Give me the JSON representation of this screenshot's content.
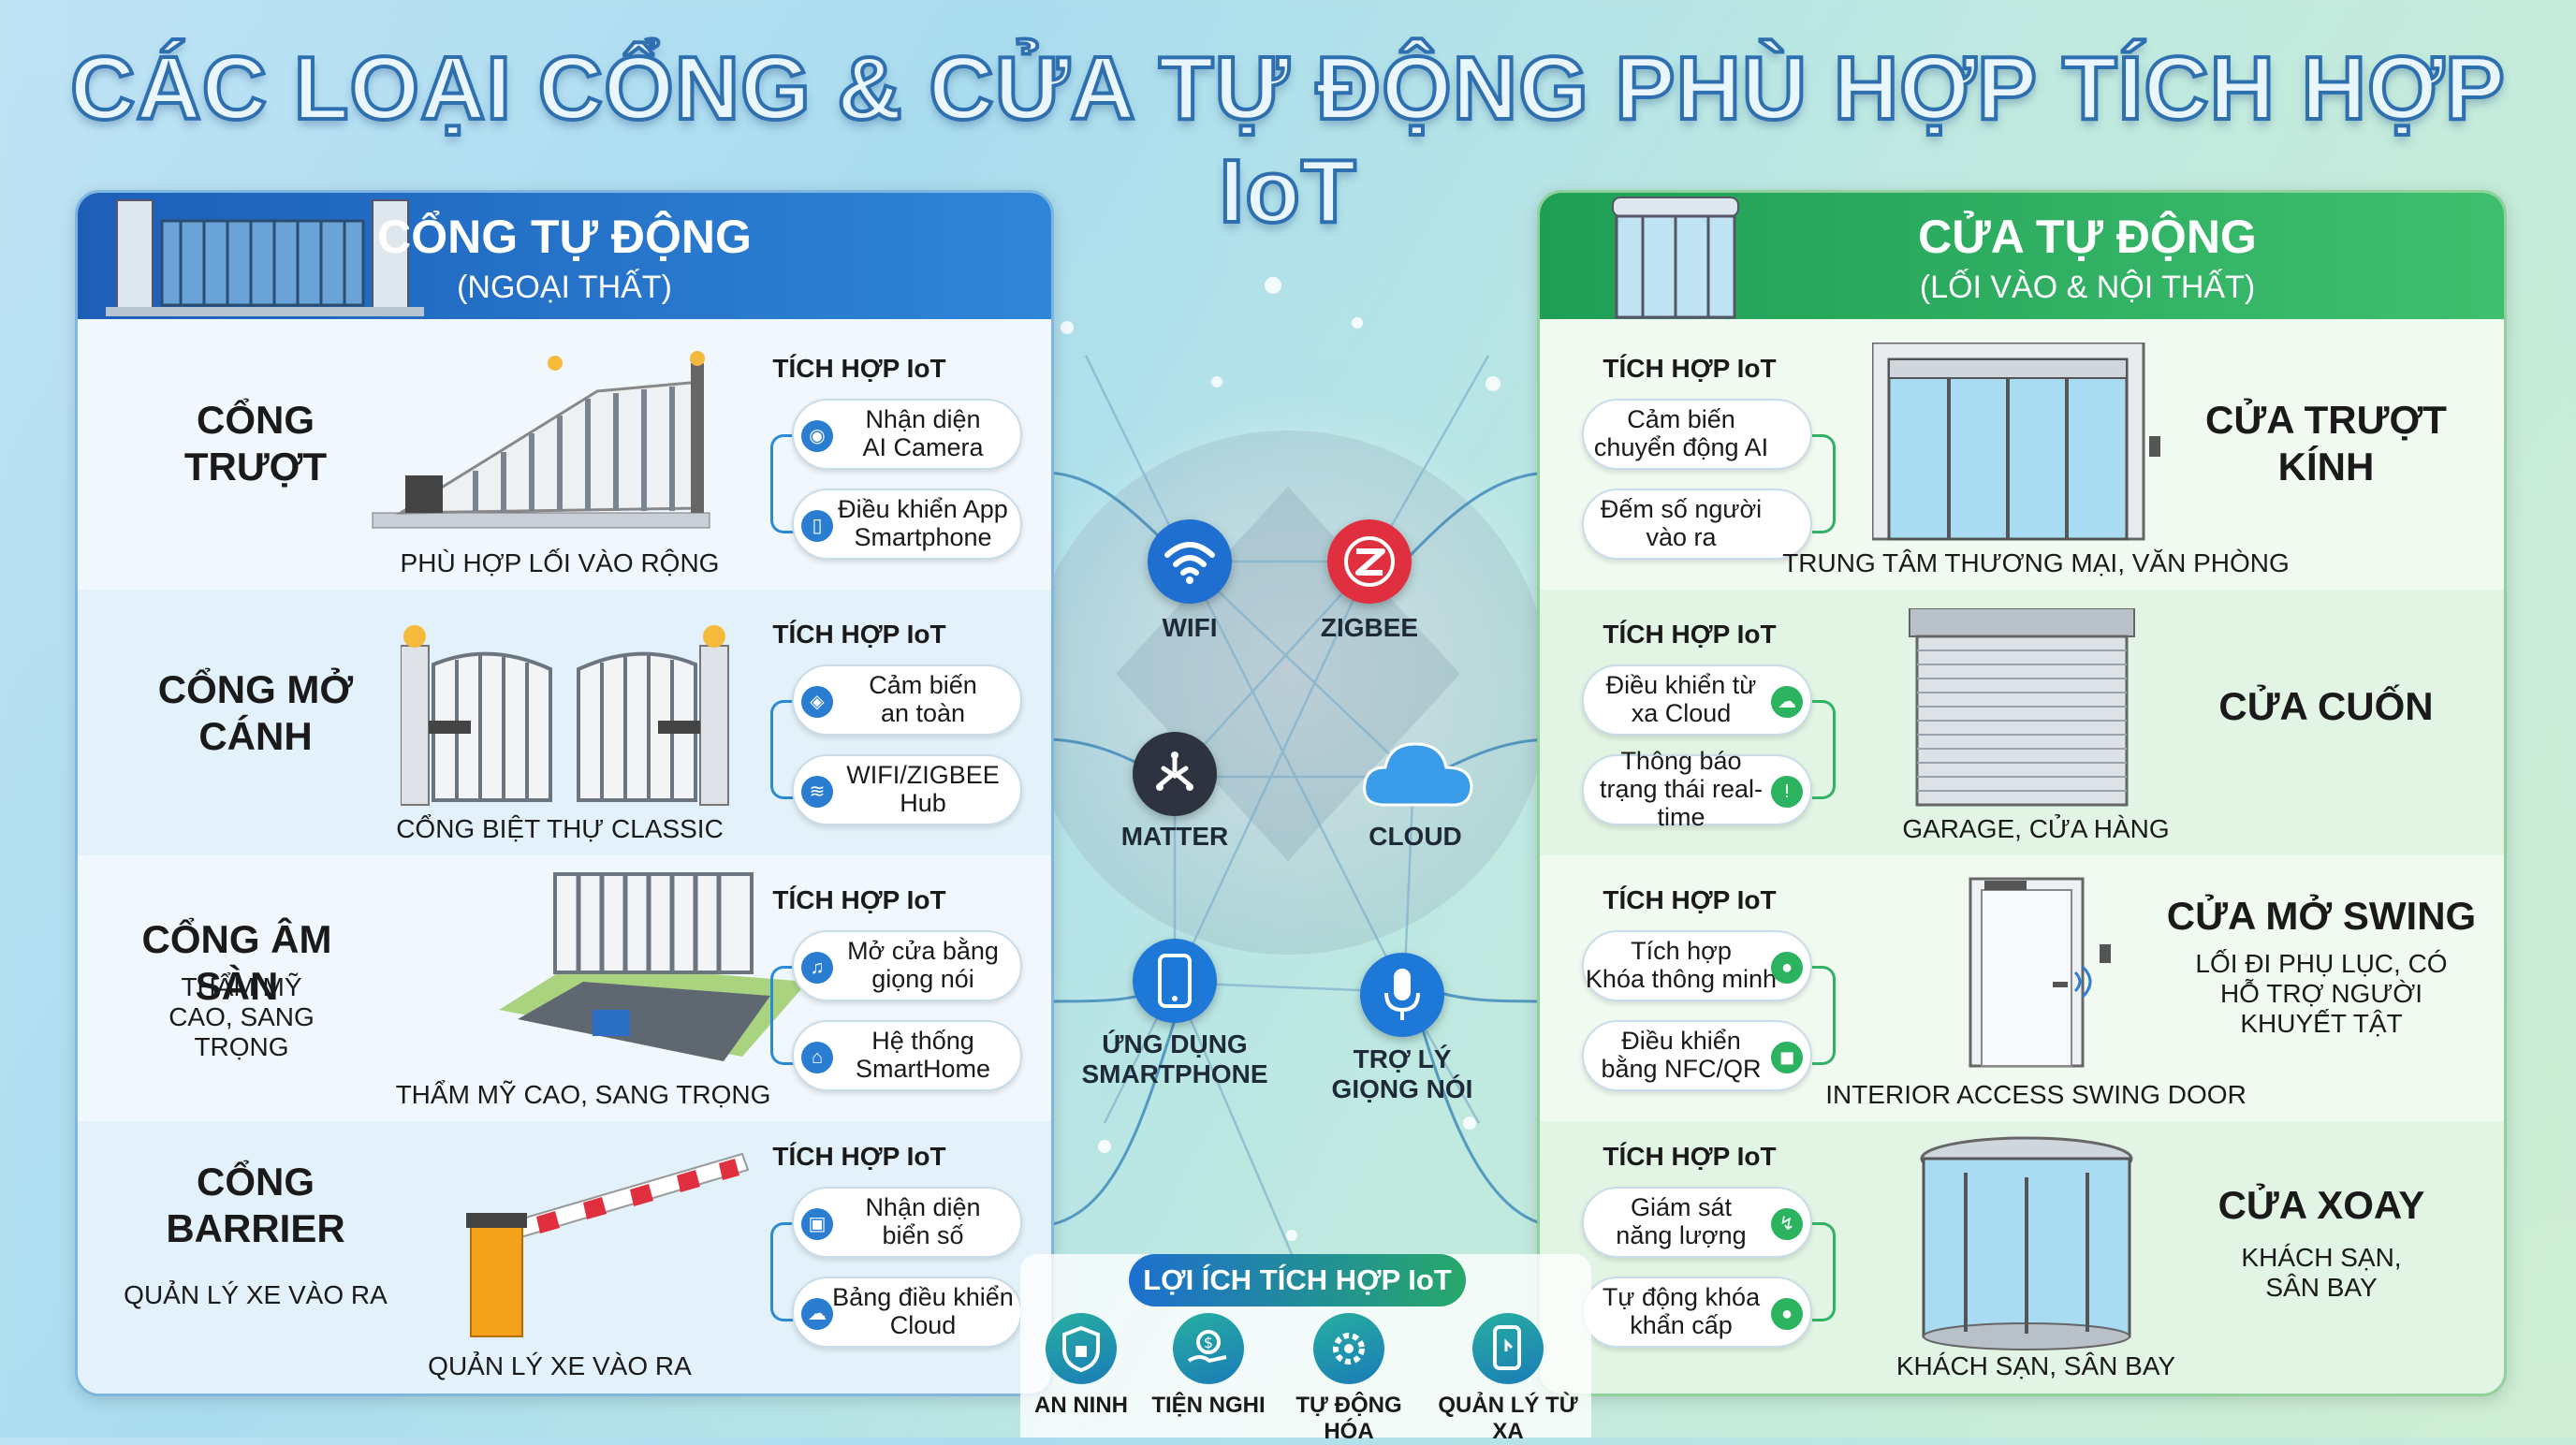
{
  "title": "CÁC LOẠI CỔNG & CỬA TỰ ĐỘNG PHÙ HỢP TÍCH HỢP IoT",
  "left_panel": {
    "title": "CỔNG TỰ ĐỘNG",
    "subtitle": "(NGOẠI THẤT)",
    "rows": [
      {
        "name_line1": "CỔNG",
        "name_line2": "TRƯỢT",
        "desc": "",
        "caption": "PHÙ HỢP LỐI VÀO RỘNG",
        "iot_title": "TÍCH HỢP IoT",
        "features": [
          {
            "line1": "Nhận diện",
            "line2": "AI Camera",
            "icon": "camera-icon"
          },
          {
            "line1": "Điều khiển App",
            "line2": "Smartphone",
            "icon": "phone-icon"
          }
        ]
      },
      {
        "name_line1": "CỔNG MỞ",
        "name_line2": "CÁNH",
        "desc": "",
        "caption": "CỔNG BIỆT THỰ CLASSIC",
        "iot_title": "TÍCH HỢP IoT",
        "features": [
          {
            "line1": "Cảm biến",
            "line2": "an toàn",
            "icon": "shield-icon"
          },
          {
            "line1": "WIFI/ZIGBEE",
            "line2": "Hub",
            "icon": "wifi-icon"
          }
        ]
      },
      {
        "name_line1": "CỔNG ÂM SÀN",
        "name_line2": "",
        "desc": "THẨM MỸ CAO, SANG TRỌNG",
        "caption": "THẨM MỸ CAO, SANG TRỌNG",
        "iot_title": "TÍCH HỢP IoT",
        "features": [
          {
            "line1": "Mở cửa bằng",
            "line2": "giọng nói",
            "icon": "speaker-icon"
          },
          {
            "line1": "Hệ thống",
            "line2": "SmartHome",
            "icon": "home-icon"
          }
        ]
      },
      {
        "name_line1": "CỔNG",
        "name_line2": "BARRIER",
        "desc": "QUẢN LÝ XE VÀO RA",
        "caption": "QUẢN LÝ XE VÀO RA",
        "iot_title": "TÍCH HỢP IoT",
        "features": [
          {
            "line1": "Nhận diện",
            "line2": "biển số",
            "icon": "car-icon"
          },
          {
            "line1": "Bảng điều khiển",
            "line2": "Cloud",
            "icon": "cloud-icon"
          }
        ]
      }
    ]
  },
  "right_panel": {
    "title": "CỬA TỰ ĐỘNG",
    "subtitle": "(LỐI VÀO & NỘI THẤT)",
    "rows": [
      {
        "name_line1": "CỬA TRƯỢT",
        "name_line2": "KÍNH",
        "desc": "",
        "caption": "TRUNG TÂM THƯƠNG MẠI, VĂN PHÒNG",
        "iot_title": "TÍCH HỢP IoT",
        "features": [
          {
            "line1": "Cảm biến",
            "line2": "chuyển động AI",
            "icon": ""
          },
          {
            "line1": "Đếm số người",
            "line2": "vào ra",
            "icon": ""
          }
        ]
      },
      {
        "name_line1": "CỬA CUỐN",
        "name_line2": "",
        "desc": "",
        "caption": "GARAGE, CỬA HÀNG",
        "iot_title": "TÍCH HỢP IoT",
        "features": [
          {
            "line1": "Điều khiển từ",
            "line2": "xa Cloud",
            "icon": "cloud-icon"
          },
          {
            "line1": "Thông báo",
            "line2": "trạng thái real-time",
            "icon": "alert-icon"
          }
        ]
      },
      {
        "name_line1": "CỬA MỞ SWING",
        "name_line2": "",
        "desc": "LỐI ĐI PHỤ LỤC, CÓ HỖ TRỢ NGƯỜI KHUYẾT TẬT",
        "caption": "INTERIOR ACCESS SWING DOOR",
        "iot_title": "TÍCH HỢP IoT",
        "features": [
          {
            "line1": "Tích hợp",
            "line2": "Khóa thông minh",
            "icon": "lock-icon"
          },
          {
            "line1": "Điều khiển",
            "line2": "bằng NFC/QR",
            "icon": "nfc-icon"
          }
        ]
      },
      {
        "name_line1": "CỬA XOAY",
        "name_line2": "",
        "desc": "KHÁCH SẠN, SÂN BAY",
        "caption": "KHÁCH SẠN, SÂN BAY",
        "iot_title": "TÍCH HỢP IoT",
        "features": [
          {
            "line1": "Giám sát",
            "line2": "năng lượng",
            "icon": "bolt-icon"
          },
          {
            "line1": "Tự động khóa",
            "line2": "khẩn cấp",
            "icon": "lock-icon"
          }
        ]
      }
    ]
  },
  "hub": {
    "wifi": "WIFI",
    "zigbee": "ZIGBEE",
    "matter": "MATTER",
    "cloud": "CLOUD",
    "app_line1": "ỨNG DỤNG",
    "app_line2": "SMARTPHONE",
    "voice_line1": "TRỢ LÝ",
    "voice_line2": "GIỌNG NÓI"
  },
  "benefits": {
    "title": "LỢI ÍCH TÍCH HỢP IoT",
    "items": [
      "AN NINH",
      "TIỆN NGHI",
      "TỰ ĐỘNG HÓA",
      "QUẢN LÝ TỪ XA"
    ]
  },
  "colors": {
    "blue": "#2b7fd4",
    "green": "#2db463",
    "red": "#e03040",
    "dark": "#2d3440"
  }
}
